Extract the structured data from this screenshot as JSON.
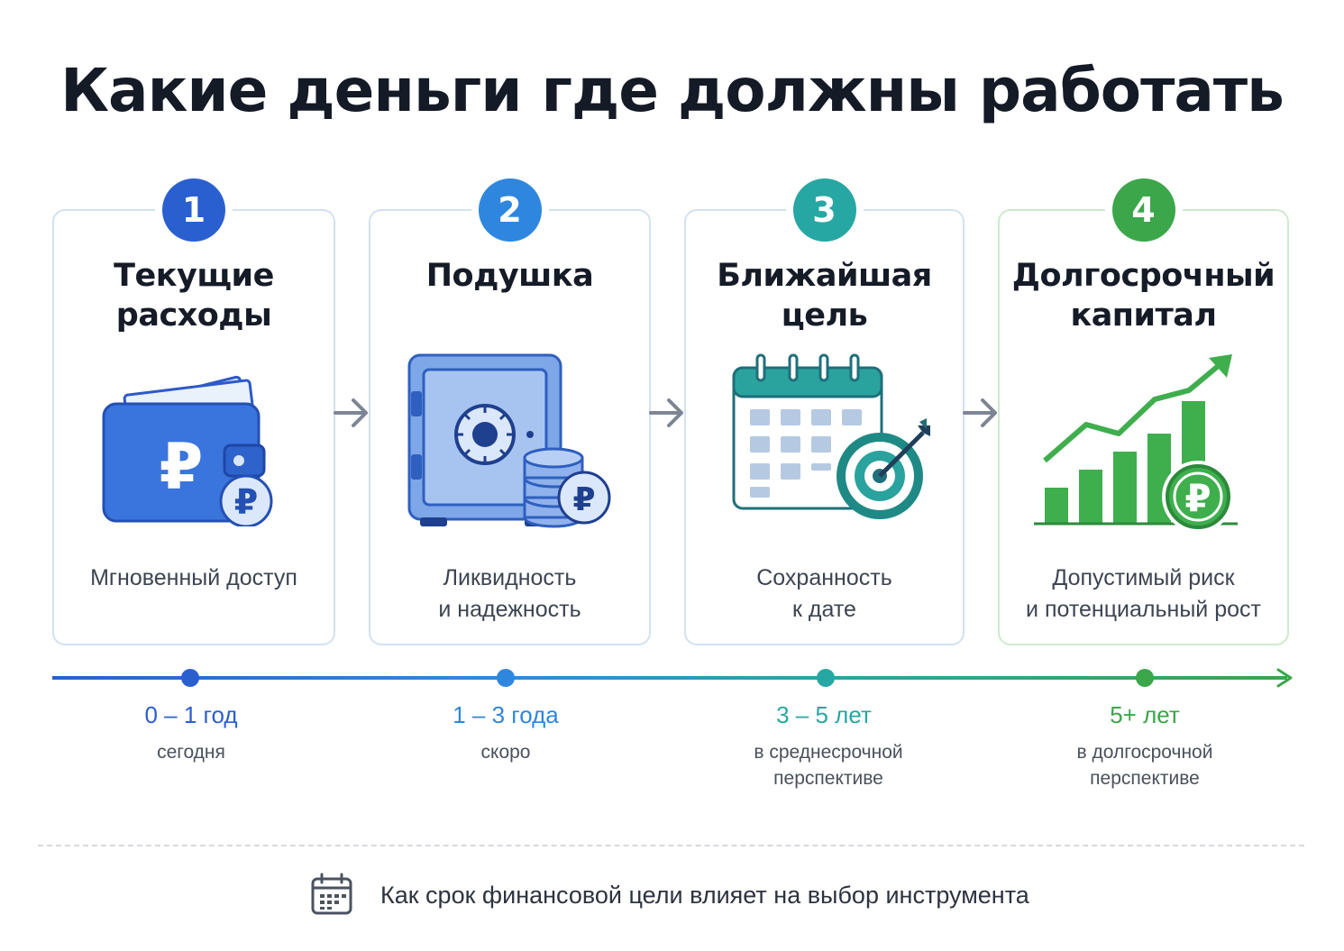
{
  "title": "Какие деньги где должны работать",
  "colors": {
    "step1": "#2a5fd0",
    "step2": "#2f86de",
    "step3": "#27a7a3",
    "step4": "#3ba64a"
  },
  "cards": [
    {
      "number": "1",
      "title_line1": "Текущие",
      "title_line2": "расходы",
      "desc_line1": "Мгновенный доступ",
      "desc_line2": "",
      "icon": "wallet-ruble-icon"
    },
    {
      "number": "2",
      "title_line1": "Подушка",
      "title_line2": "",
      "desc_line1": "Ликвидность",
      "desc_line2": "и надежность",
      "icon": "safe-coins-icon"
    },
    {
      "number": "3",
      "title_line1": "Ближайшая",
      "title_line2": "цель",
      "desc_line1": "Сохранность",
      "desc_line2": "к дате",
      "icon": "calendar-target-icon"
    },
    {
      "number": "4",
      "title_line1": "Долгосрочный",
      "title_line2": "капитал",
      "desc_line1": "Допустимый риск",
      "desc_line2": "и потенциальный рост",
      "icon": "growth-chart-icon"
    }
  ],
  "timeline": [
    {
      "period": "0 – 1 год",
      "note_line1": "сегодня",
      "note_line2": ""
    },
    {
      "period": "1 – 3 года",
      "note_line1": "скоро",
      "note_line2": ""
    },
    {
      "period": "3 – 5 лет",
      "note_line1": "в среднесрочной",
      "note_line2": "перспективе"
    },
    {
      "period": "5+ лет",
      "note_line1": "в долгосрочной",
      "note_line2": "перспективе"
    }
  ],
  "footer": {
    "icon": "calendar-icon",
    "text": "Как срок финансовой цели влияет на выбор инструмента"
  }
}
